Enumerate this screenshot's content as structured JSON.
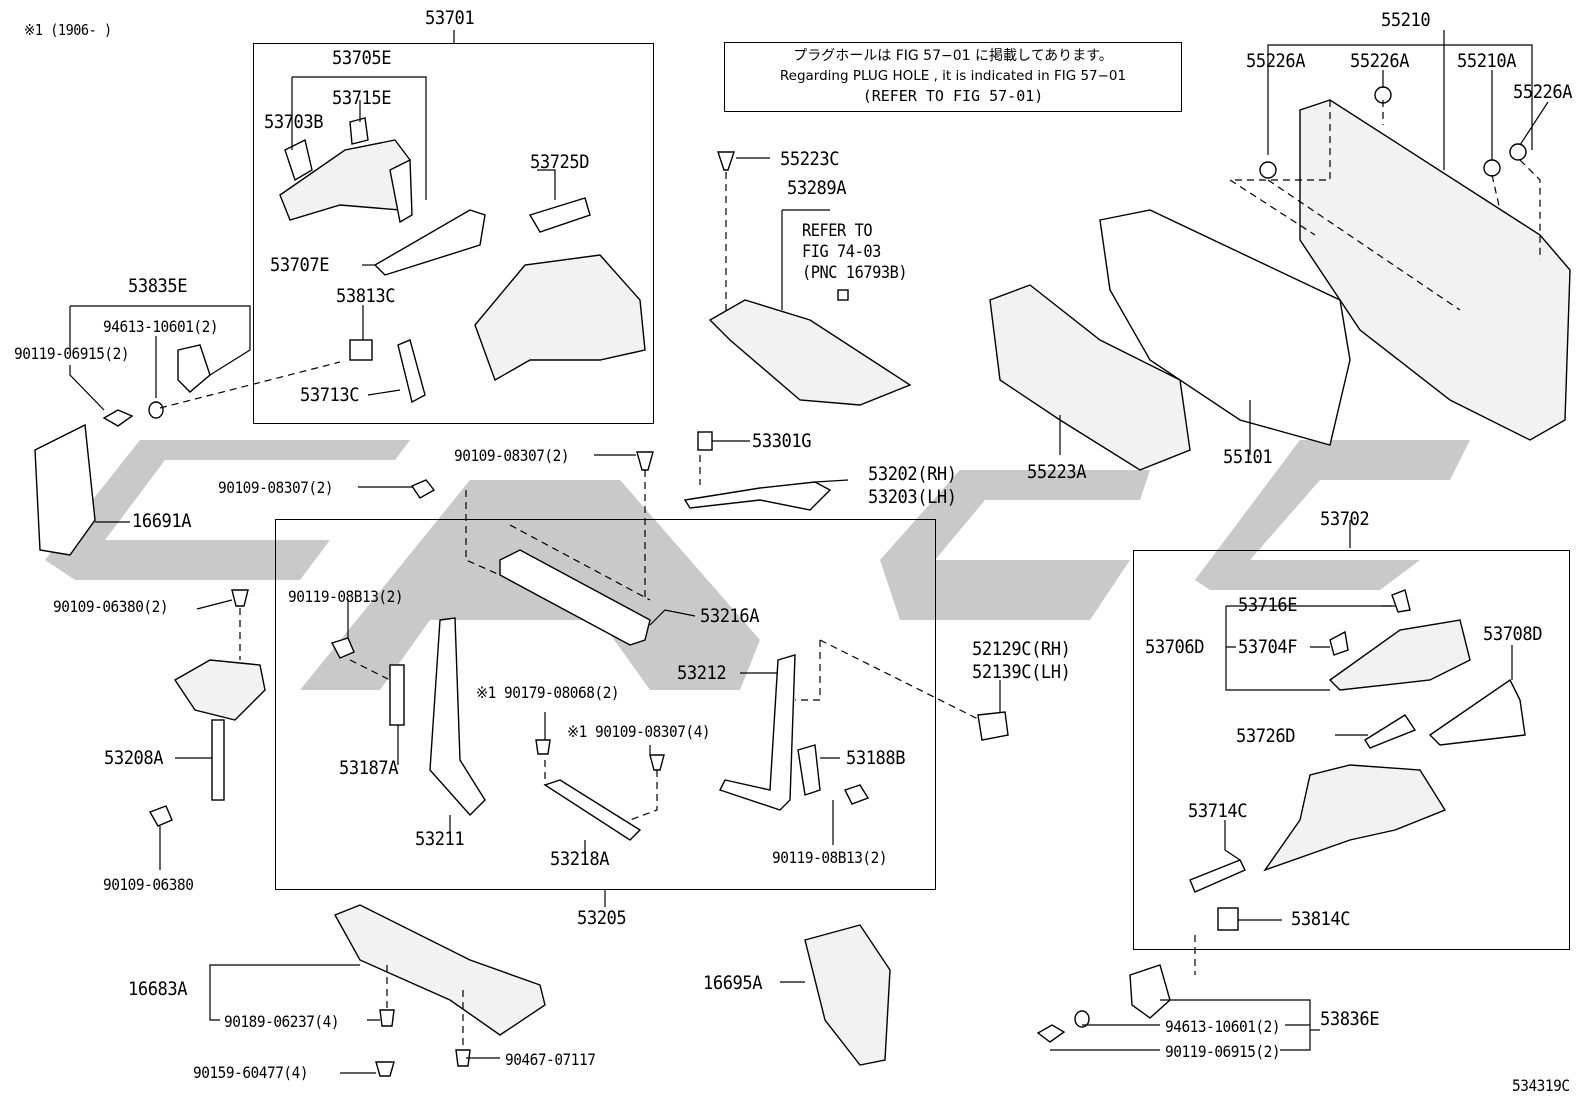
{
  "diagram": {
    "header_note": "※1 (1906-      )",
    "figure_id": "534319C",
    "notice": {
      "line1": "プラグホールは FIG 57−01 に掲載してあります。",
      "line2": "Regarding  PLUG  HOLE , it is indicated in FIG  57−01",
      "line3": "(REFER  TO  FIG  57-01)"
    },
    "refer_note": {
      "line1": "REFER  TO",
      "line2": "FIG  74-03",
      "line3": "(PNC  16793B)"
    },
    "labels": {
      "p53701": "53701",
      "p53705E": "53705E",
      "p53715E": "53715E",
      "p53703B": "53703B",
      "p53725D": "53725D",
      "p53707E": "53707E",
      "p53813C": "53813C",
      "p53713C": "53713C",
      "p53835E": "53835E",
      "p94613_a": "94613-10601(2)",
      "p90119_06915_a": "90119-06915(2)",
      "p55223C": "55223C",
      "p53289A": "53289A",
      "p55210": "55210",
      "p55226A_1": "55226A",
      "p55226A_2": "55226A",
      "p55210A": "55210A",
      "p55226A_3": "55226A",
      "p53301G": "53301G",
      "p90109_08307_a": "90109-08307(2)",
      "p90109_08307_b": "90109-08307(2)",
      "p53202": "53202(RH)",
      "p53203": "53203(LH)",
      "p55223A": "55223A",
      "p55101": "55101",
      "p16691A": "16691A",
      "p90109_06380_a": "90109-06380(2)",
      "p90119_08B13_a": "90119-08B13(2)",
      "p53216A": "53216A",
      "p53702": "53702",
      "p53716E": "53716E",
      "p53706D": "53706D",
      "p53704F": "53704F",
      "p53708D": "53708D",
      "p52129C": "52129C(RH)",
      "p52139C": "52139C(LH)",
      "p53212": "53212",
      "p90179": "※1 90179-08068(2)",
      "p90109_08307_c": "※1 90109-08307(4)",
      "p53208A": "53208A",
      "p53187A": "53187A",
      "p53188B": "53188B",
      "p53726D": "53726D",
      "p53211": "53211",
      "p53218A": "53218A",
      "p90119_08B13_b": "90119-08B13(2)",
      "p53714C": "53714C",
      "p90109_06380_b": "90109-06380",
      "p53205": "53205",
      "p53814C": "53814C",
      "p16683A": "16683A",
      "p16695A": "16695A",
      "p90189": "90189-06237(4)",
      "p94613_b": "94613-10601(2)",
      "p53836E": "53836E",
      "p90119_06915_b": "90119-06915(2)",
      "p90159": "90159-60477(4)",
      "p90467": "90467-07117"
    }
  }
}
